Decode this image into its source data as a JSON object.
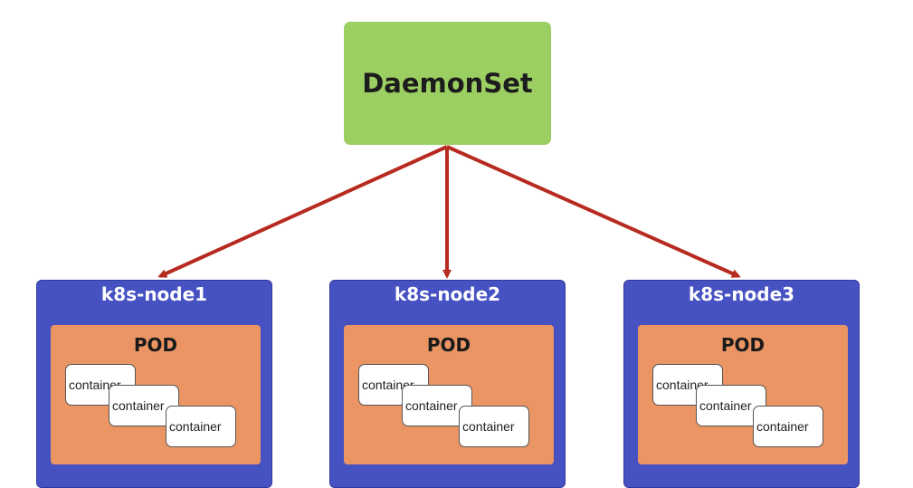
{
  "daemonset": {
    "label": "DaemonSet",
    "color": "#9ccf62"
  },
  "arrow_color": "#b72a20",
  "node_color": "#4651c2",
  "pod_color": "#eb9565",
  "nodes": [
    {
      "name": "k8s-node1",
      "pod": {
        "label": "POD",
        "containers": [
          "container",
          "container",
          "container"
        ]
      }
    },
    {
      "name": "k8s-node2",
      "pod": {
        "label": "POD",
        "containers": [
          "container",
          "container",
          "container"
        ]
      }
    },
    {
      "name": "k8s-node3",
      "pod": {
        "label": "POD",
        "containers": [
          "container",
          "container",
          "container"
        ]
      }
    }
  ]
}
